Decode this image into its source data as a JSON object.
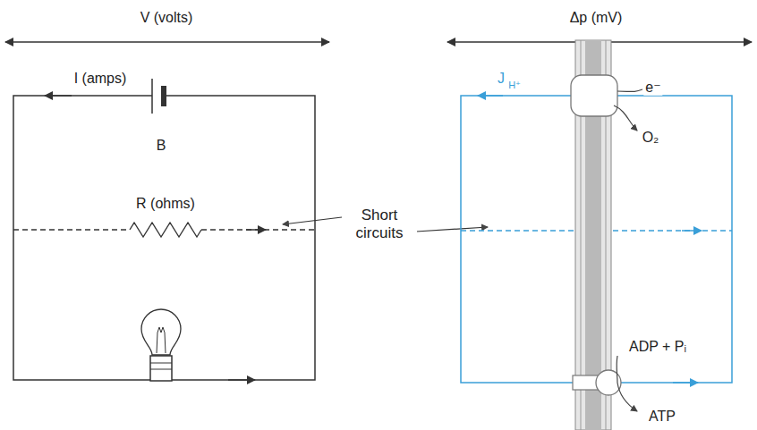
{
  "diagram": {
    "labels": [
      "V (volts)",
      "I (amps)",
      "B",
      "R (ohms)",
      "Short circuits",
      "Δp (mV)",
      "J",
      "H⁺",
      "e⁻",
      "O₂",
      "ADP + Pᵢ",
      "ATP"
    ]
  }
}
